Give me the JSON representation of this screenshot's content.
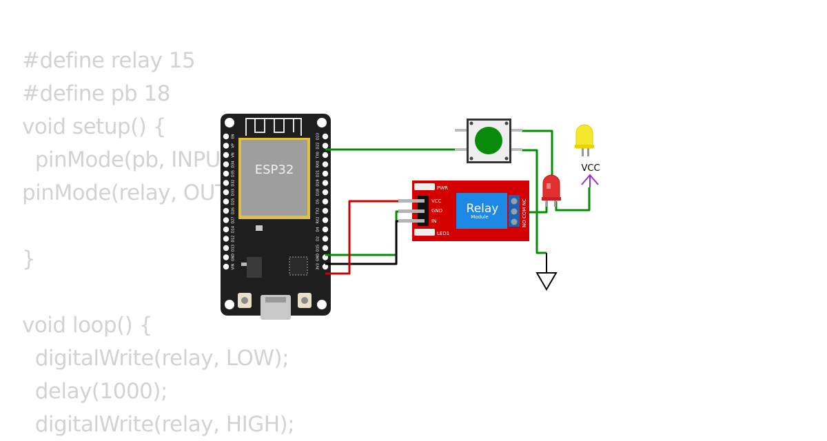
{
  "code_lines": [
    "#define relay 15",
    "#define pb 18",
    "void setup() {",
    "  pinMode(pb, INPUT",
    "pinMode(relay, OUTPUT",
    "",
    "}",
    "",
    "void loop() {",
    "  digitalWrite(relay, LOW);",
    "  delay(1000);",
    "  digitalWrite(relay, HIGH);"
  ],
  "esp32": {
    "label": "ESP32",
    "left_pins": [
      "EN",
      "VP",
      "VN",
      "D34",
      "D35",
      "D32",
      "D33",
      "D25",
      "D26",
      "D27",
      "D14",
      "D12",
      "D13",
      "GND",
      "VIN"
    ],
    "right_pins": [
      "D23",
      "D22",
      "TX0",
      "RX0",
      "D21",
      "D19",
      "D18",
      "D5",
      "TX2",
      "RX2",
      "D4",
      "D2",
      "D15",
      "GND",
      "3V3"
    ]
  },
  "relay_module": {
    "title": "Relay",
    "subtitle": "Module",
    "pins": [
      "VCC",
      "GND",
      "IN"
    ],
    "pwr_label": "PWR",
    "led_label": "LED1",
    "terminals": "NO COM NC"
  },
  "vcc_label": "VCC",
  "colors": {
    "wire_green": "#008f00",
    "wire_red": "#cc0000",
    "wire_black": "#000000",
    "power_symbol": "#9b30c9",
    "board": "#1e1e1e",
    "relay_board": "#d40000",
    "relay_block": "#1e88e5",
    "button_cap": "#0a8a0a"
  }
}
